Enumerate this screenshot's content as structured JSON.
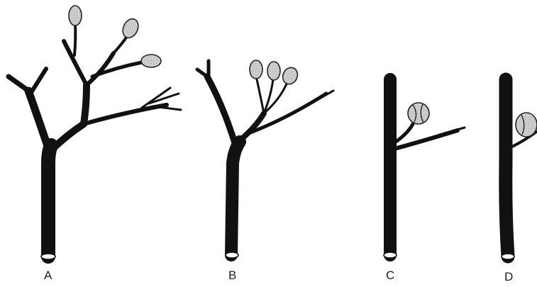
{
  "diagram": {
    "panels": [
      {
        "id": "A",
        "label": "A"
      },
      {
        "id": "B",
        "label": "B"
      },
      {
        "id": "C",
        "label": "C"
      },
      {
        "id": "D",
        "label": "D"
      }
    ]
  },
  "colors": {
    "background": "#ffffff",
    "stem": "#111111",
    "fruit_fill": "#c9c9c9",
    "cut_surface": "#ffffff"
  }
}
